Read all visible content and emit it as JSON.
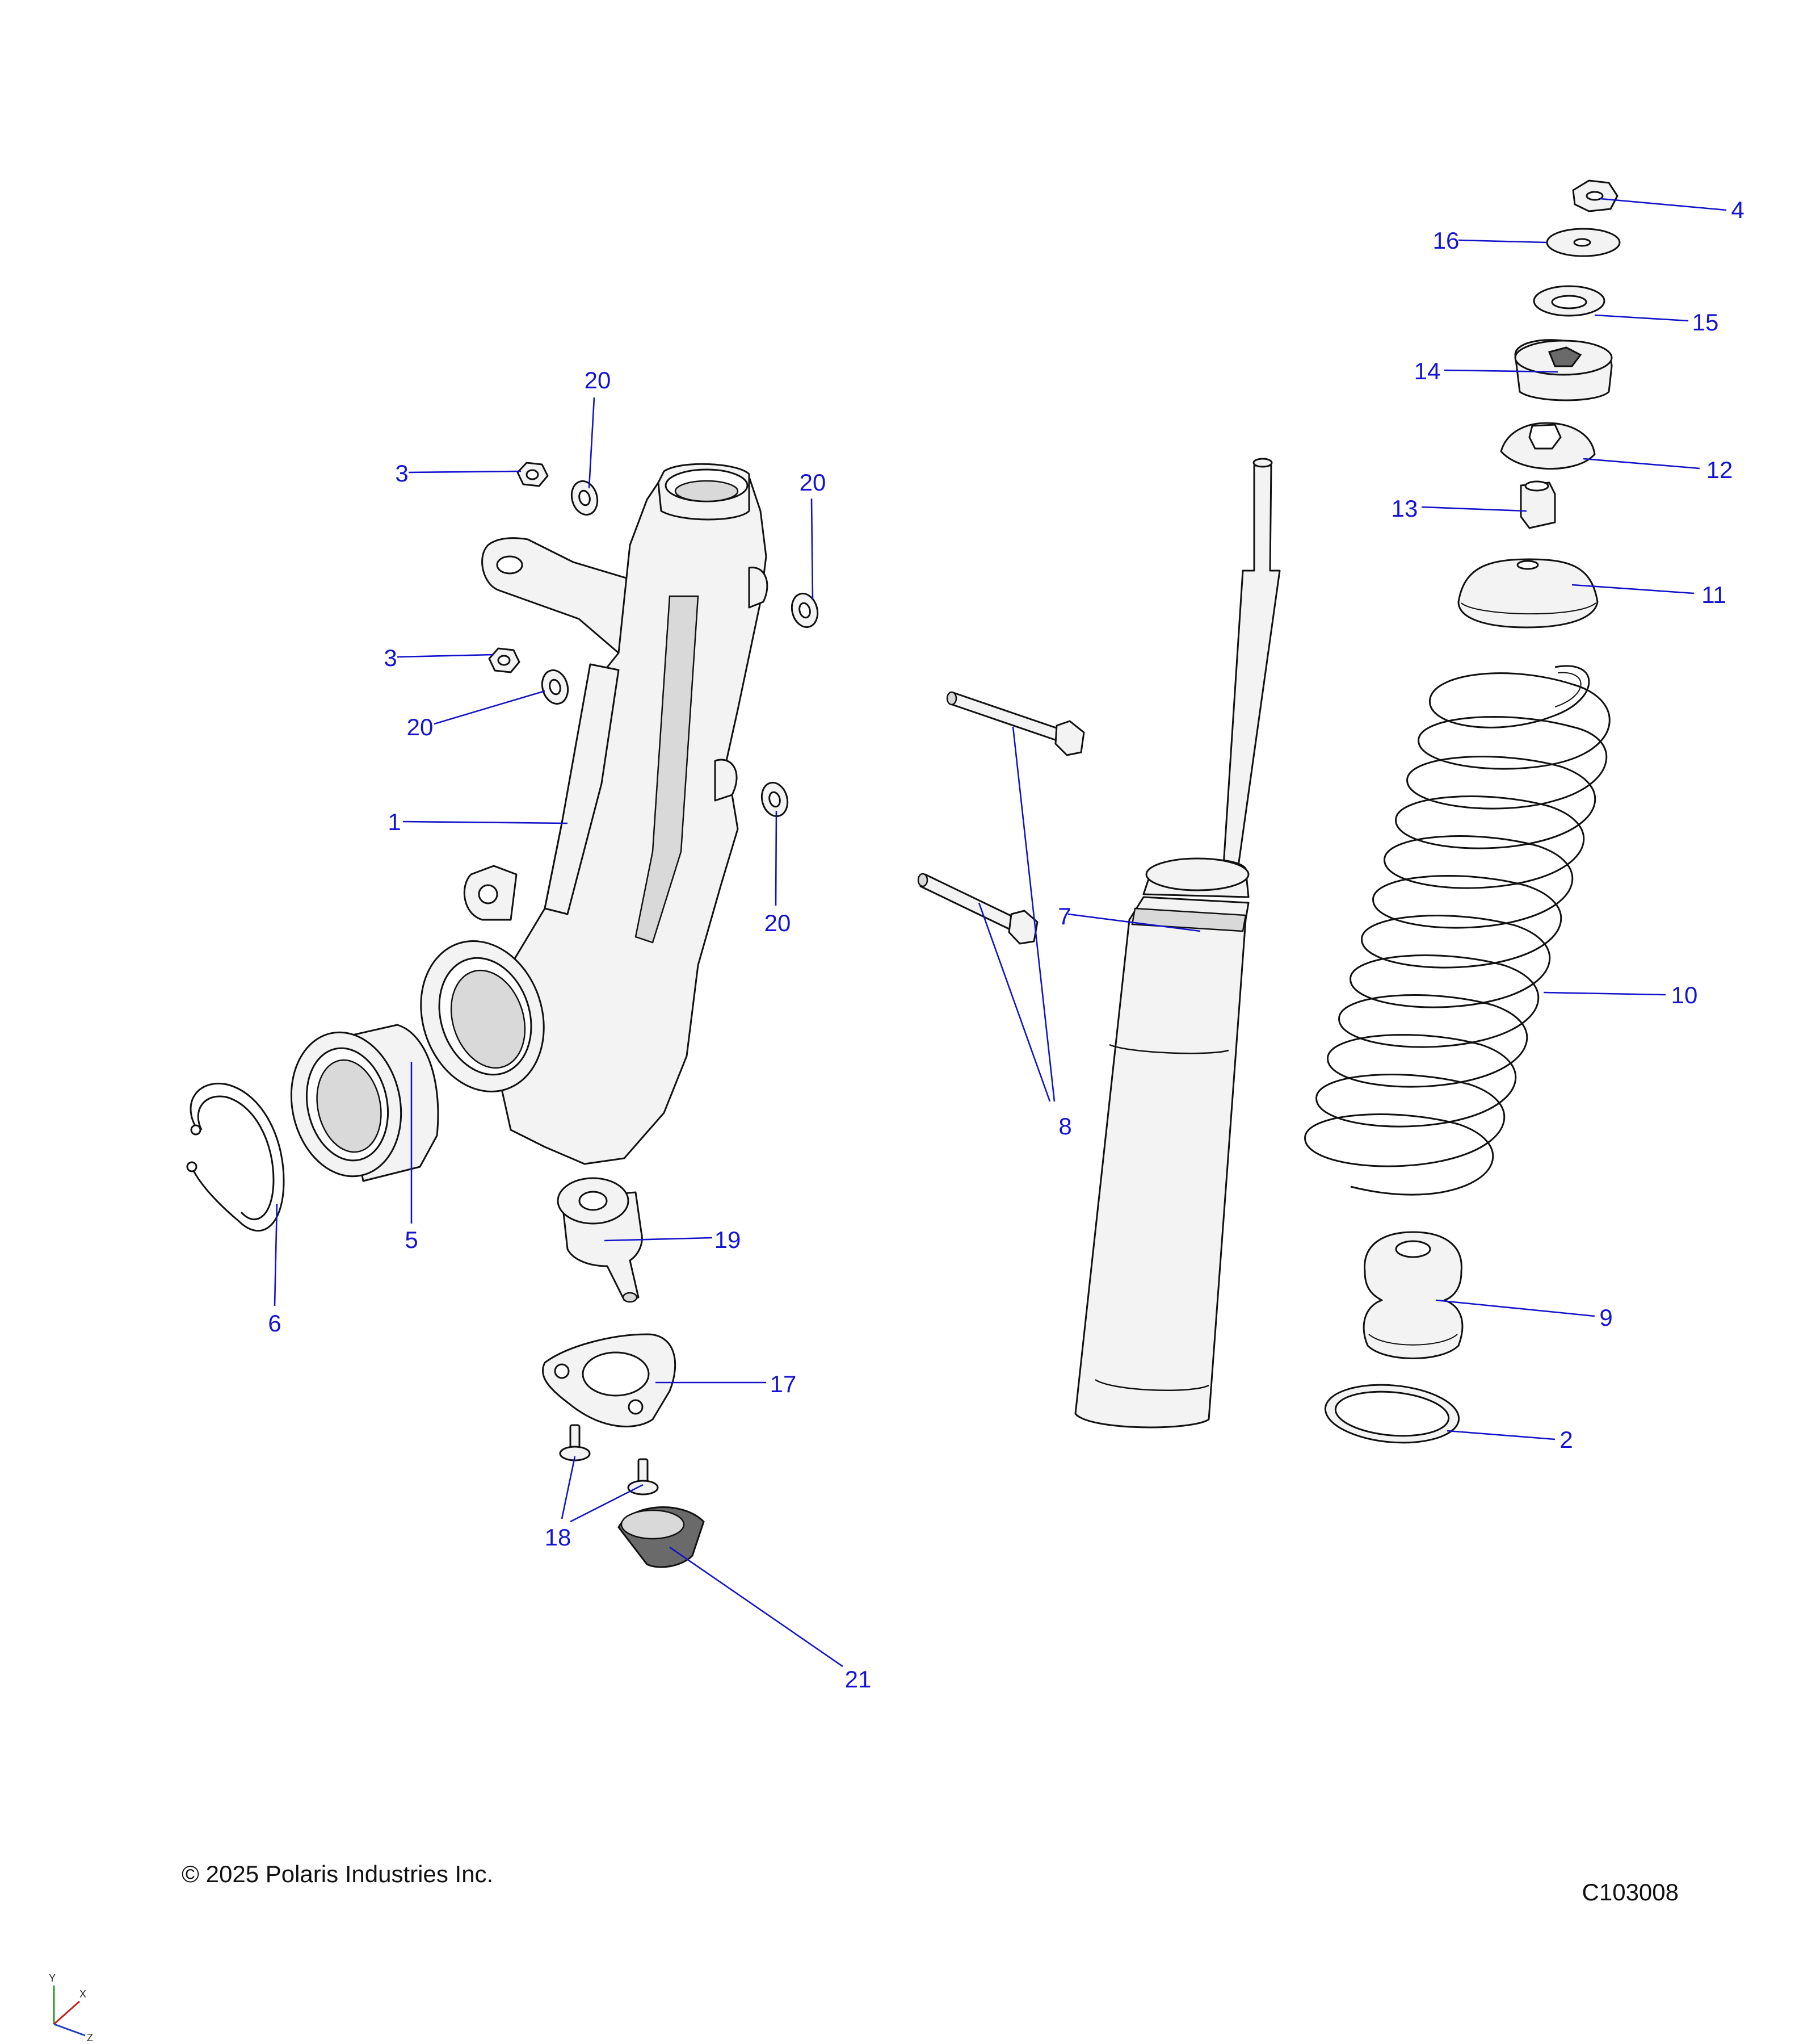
{
  "callouts": {
    "c1": "1",
    "c2": "2",
    "c3a": "3",
    "c3b": "3",
    "c4": "4",
    "c5": "5",
    "c6": "6",
    "c7": "7",
    "c8": "8",
    "c9": "9",
    "c10": "10",
    "c11": "11",
    "c12": "12",
    "c13": "13",
    "c14": "14",
    "c15": "15",
    "c16": "16",
    "c17": "17",
    "c18": "18",
    "c19": "19",
    "c20a": "20",
    "c20b": "20",
    "c20c": "20",
    "c20d": "20",
    "c21": "21"
  },
  "footer": {
    "copyright": "© 2025 Polaris Industries Inc.",
    "drawing_number": "C103008"
  },
  "axes": {
    "y": "Y",
    "x": "X",
    "z": "Z"
  },
  "colors": {
    "callout": "#1414d2",
    "axis_y": "#2a9a2a",
    "axis_x": "#c02020",
    "axis_z": "#2040c0"
  }
}
